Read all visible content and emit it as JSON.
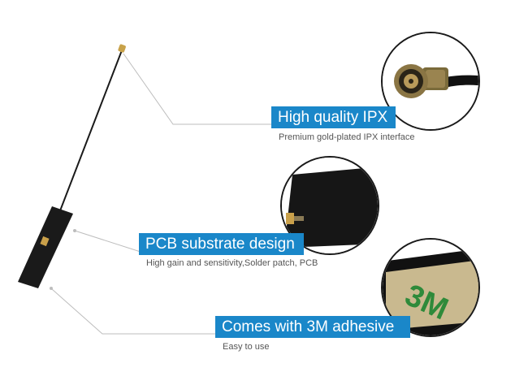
{
  "colors": {
    "banner": "#1a87c9",
    "leader_line": "#bdbdbd",
    "antenna_body": "#1a1a1a",
    "adhesive_tape": "#c9b98f",
    "logo_green": "#2e8a3a"
  },
  "features": [
    {
      "title": "High quality IPX",
      "caption": "Premium gold-plated IPX interface",
      "icon": "ipx-connector-closeup"
    },
    {
      "title": "PCB substrate design",
      "caption": "High gain and sensitivity,Solder patch, PCB",
      "icon": "pcb-closeup"
    },
    {
      "title": "Comes with 3M adhesive",
      "caption": "Easy to use",
      "icon": "adhesive-closeup"
    }
  ],
  "adhesive_logo_text": "3M"
}
